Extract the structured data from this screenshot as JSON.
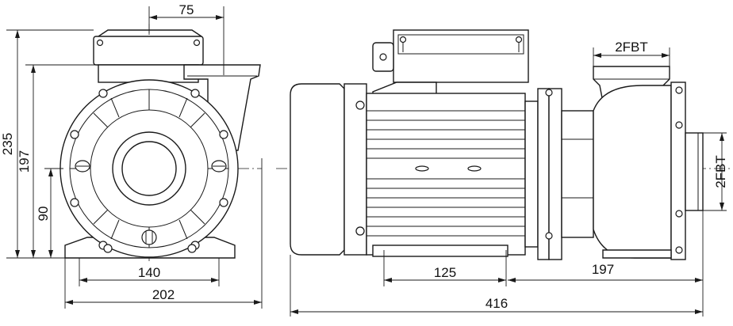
{
  "dimensions": {
    "top_offset": "75",
    "total_height": "235",
    "shaft_to_top": "197",
    "shaft_height": "90",
    "base_inner_width": "140",
    "base_outer_width": "202",
    "outlet_thread": "2FBT",
    "inlet_thread": "2FBT",
    "motor_mount": "125",
    "pump_end": "197",
    "total_length": "416"
  }
}
